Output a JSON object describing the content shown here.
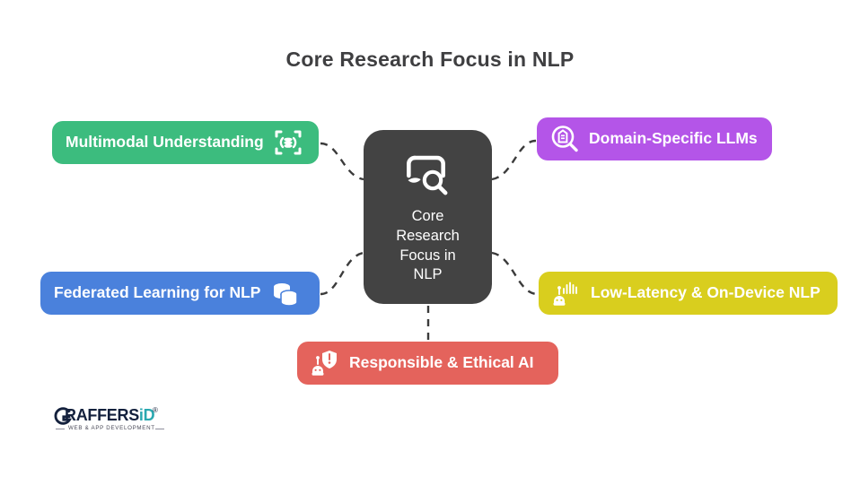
{
  "page": {
    "title": "Core Research Focus in NLP",
    "background_color": "#ffffff",
    "title_color": "#3f3f41"
  },
  "center_node": {
    "label_lines": "Core Research Focus in NLP",
    "line1": "Core",
    "line2": "Research",
    "line3": "Focus in",
    "line4": "NLP",
    "color": "#434343",
    "text_color": "#ffffff",
    "icon": "research-magnifier-icon"
  },
  "connector_style": {
    "color": "#3b3b3b",
    "dashed": true
  },
  "branches": [
    {
      "id": "multimodal",
      "label": "Multimodal Understanding",
      "color": "#3cbc7e",
      "icon": "multimodal-scan-icon",
      "icon_side": "right",
      "position": "top-left"
    },
    {
      "id": "domain",
      "label": "Domain-Specific LLMs",
      "color": "#b455e8",
      "icon": "domain-search-icon",
      "icon_side": "left",
      "position": "top-right"
    },
    {
      "id": "federated",
      "label": "Federated Learning for NLP",
      "color": "#4a81dc",
      "icon": "stacked-databases-icon",
      "icon_side": "right",
      "position": "middle-left"
    },
    {
      "id": "lowlatency",
      "label": "Low-Latency & On-Device NLP",
      "color": "#d9ce1e",
      "icon": "robot-soundwave-icon",
      "icon_side": "left",
      "position": "middle-right"
    },
    {
      "id": "responsible",
      "label": "Responsible & Ethical AI",
      "color": "#e4635c",
      "icon": "robot-shield-icon",
      "icon_side": "left",
      "position": "bottom-center"
    }
  ],
  "logo": {
    "g_letter": "G",
    "word_main": "RAFFERS",
    "word_accent": "iD",
    "registered": "®",
    "tagline": "WEB & APP DEVELOPMENT",
    "navy": "#14213d",
    "teal": "#2aa8b0"
  }
}
